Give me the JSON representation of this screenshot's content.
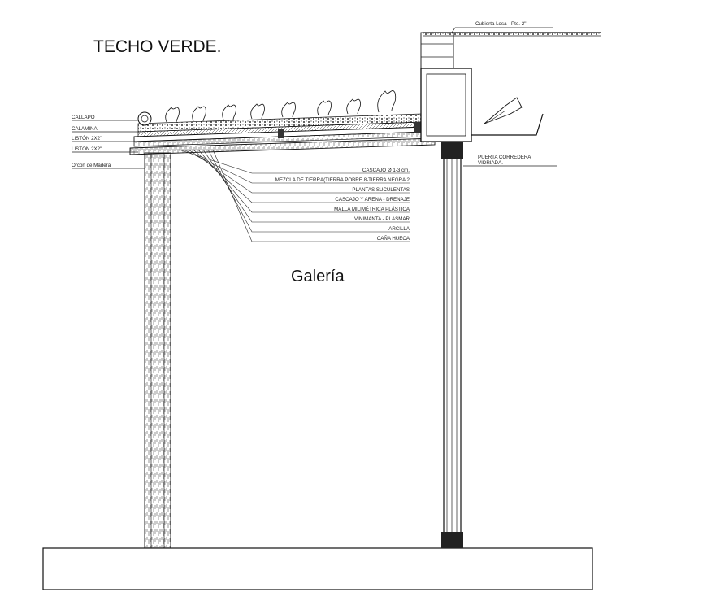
{
  "title": "TECHO VERDE.",
  "room_label": "Galería",
  "left_labels": {
    "callapo": "CALLAPO",
    "calamina": "CALAMINA",
    "liston_1": "LISTÓN 2X2\"",
    "liston_2": "LISTÓN 2X2\"",
    "horcon": "Orcon de Madera"
  },
  "right_labels": {
    "cubierta": "Cubierta Losa - Pte. 2\"",
    "puerta_1": "PUERTA CORREDERA",
    "puerta_2": "VIDRIADA."
  },
  "layers": [
    "CASCAJO Ø 1-3 cm.",
    "MEZCLA DE TIERRA(TIERRA POBRE 8-TIERRA NEGRA 2",
    "PLANTAS SUCULENTAS",
    "CASCAJO Y ARENA - DRENAJE",
    "MALLA MILIMÉTRICA PLÁSTICA",
    "VINIMANTA - PLASMAR",
    "ARCILLA",
    "CAÑA HUECA"
  ]
}
